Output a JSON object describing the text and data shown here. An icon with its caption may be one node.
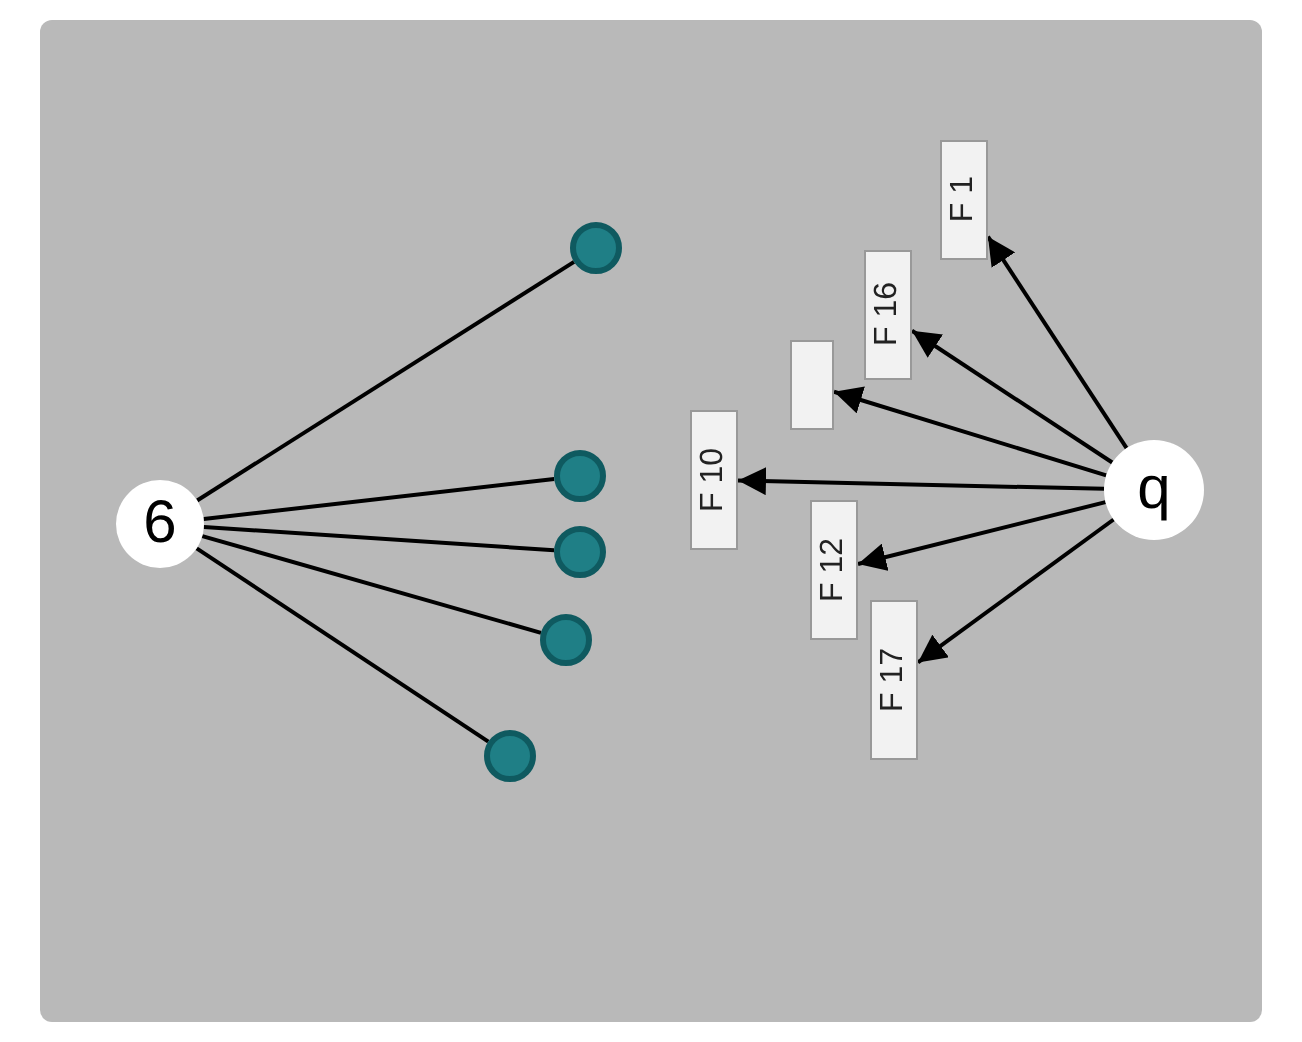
{
  "diagram": {
    "nodes": [
      {
        "text": [
          "6"
        ]
      },
      {
        "text": [],
        "shape": "circle"
      },
      {
        "text": [],
        "shape": "circle"
      },
      {
        "text": [],
        "shape": "circle"
      },
      {
        "text": [],
        "shape": "circle"
      },
      {
        "text": [],
        "shape": "circle"
      },
      {
        "text": [
          "q"
        ]
      },
      {
        "text": [
          "F 1"
        ]
      },
      {
        "text": [
          "F 16"
        ]
      },
      {
        "text": [],
        "shape": "box"
      },
      {
        "text": [
          "F 10"
        ]
      },
      {
        "text": [
          "F 12"
        ]
      },
      {
        "text": [
          "F 17"
        ]
      }
    ],
    "edges": [
      {
        "from": 0,
        "to": 1,
        "arrow": "none"
      },
      {
        "from": 0,
        "to": 2,
        "arrow": "none"
      },
      {
        "from": 0,
        "to": 3,
        "arrow": "none"
      },
      {
        "from": 0,
        "to": 4,
        "arrow": "none"
      },
      {
        "from": 0,
        "to": 5,
        "arrow": "none"
      },
      {
        "from": 6,
        "to": 7,
        "arrow": "to"
      },
      {
        "from": 6,
        "to": 8,
        "arrow": "to"
      },
      {
        "from": 6,
        "to": 9,
        "arrow": "to"
      },
      {
        "from": 6,
        "to": 10,
        "arrow": "to"
      },
      {
        "from": 6,
        "to": 11,
        "arrow": "to"
      },
      {
        "from": 6,
        "to": 12,
        "arrow": "to"
      }
    ]
  }
}
